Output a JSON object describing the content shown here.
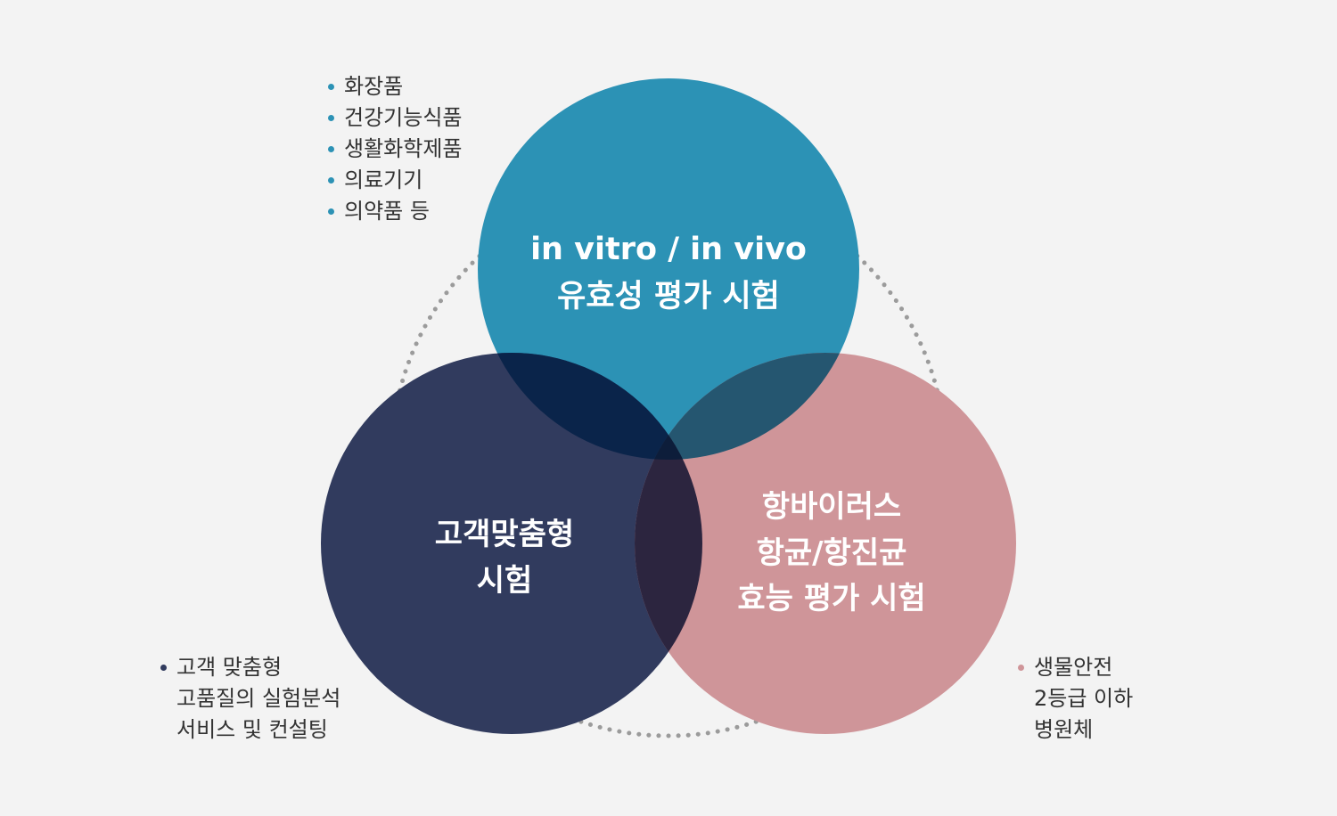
{
  "colors": {
    "background": "#f3f3f3",
    "top_circle": "#2c92b5",
    "left_circle": "#313b5e",
    "right_circle": "#cf9599",
    "overlap_top_left": "#0a244a",
    "overlap_top_right": "#255670",
    "overlap_left_right": "#2c253f",
    "center_overlap": "#0d1d3a",
    "dotted_ring": "#9b9b9b",
    "text_dark": "#333333",
    "bullet_top": "#2c92b5",
    "bullet_left": "#313b5e",
    "bullet_right": "#cf9599"
  },
  "circles": {
    "top": {
      "line1": "in vitro / in vivo",
      "line2": "유효성 평가 시험"
    },
    "left": {
      "line1": "고객맞춤형",
      "line2": "시험"
    },
    "right": {
      "line1": "항바이러스",
      "line2": "항균/항진균",
      "line3": "효능 평가 시험"
    }
  },
  "lists": {
    "top": [
      "화장품",
      "건강기능식품",
      "생활화학제품",
      "의료기기",
      "의약품 등"
    ],
    "left": {
      "line1": "고객 맞춤형",
      "line2": "고품질의 실험분석",
      "line3": "서비스 및 컨설팅"
    },
    "right": {
      "line1": "생물안전",
      "line2": "2등급 이하",
      "line3": "병원체"
    }
  }
}
